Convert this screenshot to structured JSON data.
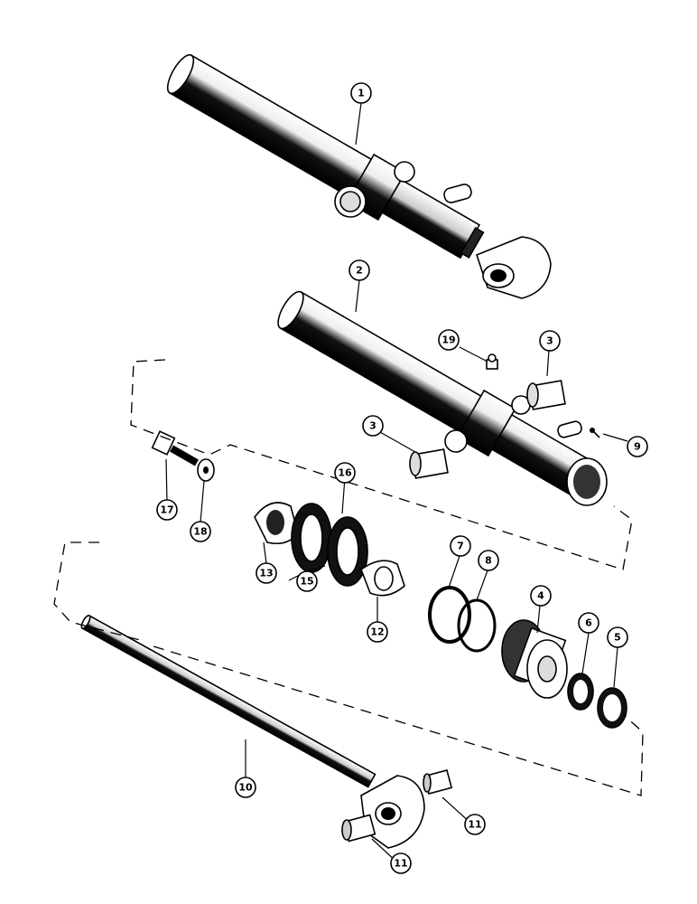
{
  "callouts": [
    {
      "id": "c1",
      "label": "1"
    },
    {
      "id": "c2",
      "label": "2"
    },
    {
      "id": "c3a",
      "label": "3"
    },
    {
      "id": "c3b",
      "label": "3"
    },
    {
      "id": "c4",
      "label": "4"
    },
    {
      "id": "c5",
      "label": "5"
    },
    {
      "id": "c6",
      "label": "6"
    },
    {
      "id": "c7",
      "label": "7"
    },
    {
      "id": "c8",
      "label": "8"
    },
    {
      "id": "c9",
      "label": "9"
    },
    {
      "id": "c10",
      "label": "10"
    },
    {
      "id": "c11a",
      "label": "11"
    },
    {
      "id": "c11b",
      "label": "11"
    },
    {
      "id": "c12",
      "label": "12"
    },
    {
      "id": "c13",
      "label": "13"
    },
    {
      "id": "c15",
      "label": "15"
    },
    {
      "id": "c16",
      "label": "16"
    },
    {
      "id": "c17",
      "label": "17"
    },
    {
      "id": "c18",
      "label": "18"
    },
    {
      "id": "c19",
      "label": "19"
    }
  ],
  "colors": {
    "ink": "#000000",
    "paper": "#ffffff",
    "shade": "#1a1a1a"
  }
}
